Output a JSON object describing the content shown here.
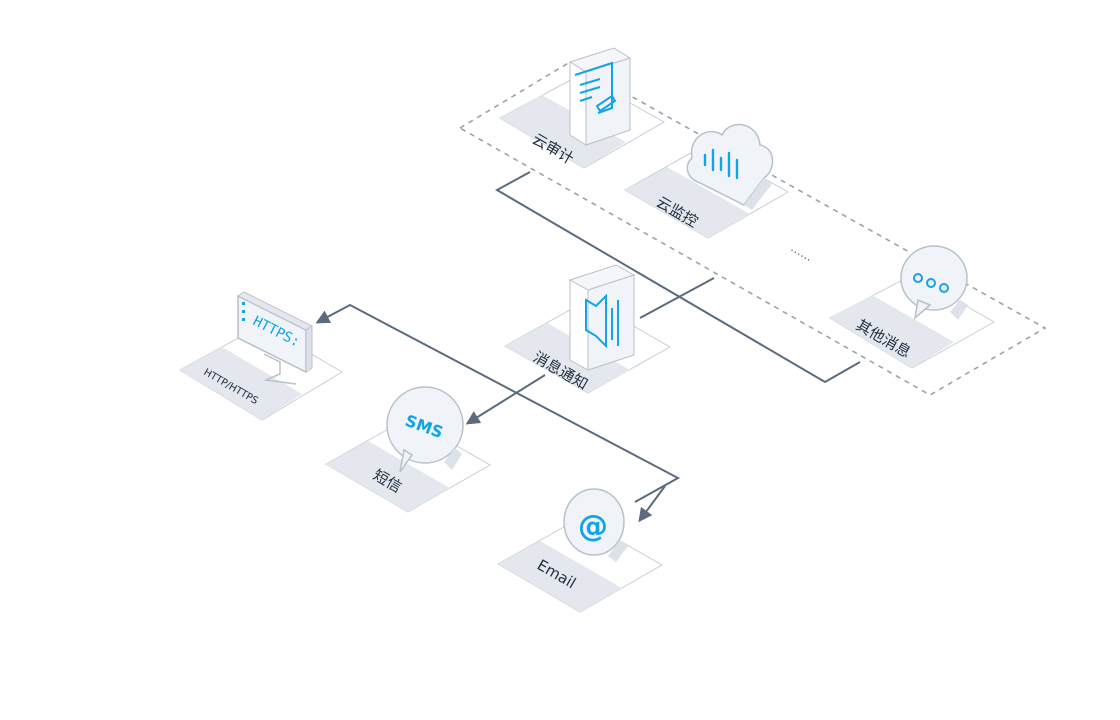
{
  "sources": {
    "cloud_audit": "云审计",
    "cloud_monitor": "云监控",
    "ellipsis": "......",
    "other_messages": "其他消息"
  },
  "hub": {
    "label": "消息通知"
  },
  "targets": {
    "http": {
      "label": "HTTP/HTTPS",
      "screen_text": "HTTPS:"
    },
    "sms": {
      "label": "短信",
      "badge": "SMS"
    },
    "email": {
      "label": "Email",
      "badge": "@"
    }
  },
  "colors": {
    "accent": "#13a3e6",
    "line": "#5b6b7d",
    "plate": "#e4e8ee",
    "dash": "#9aa3ad"
  }
}
